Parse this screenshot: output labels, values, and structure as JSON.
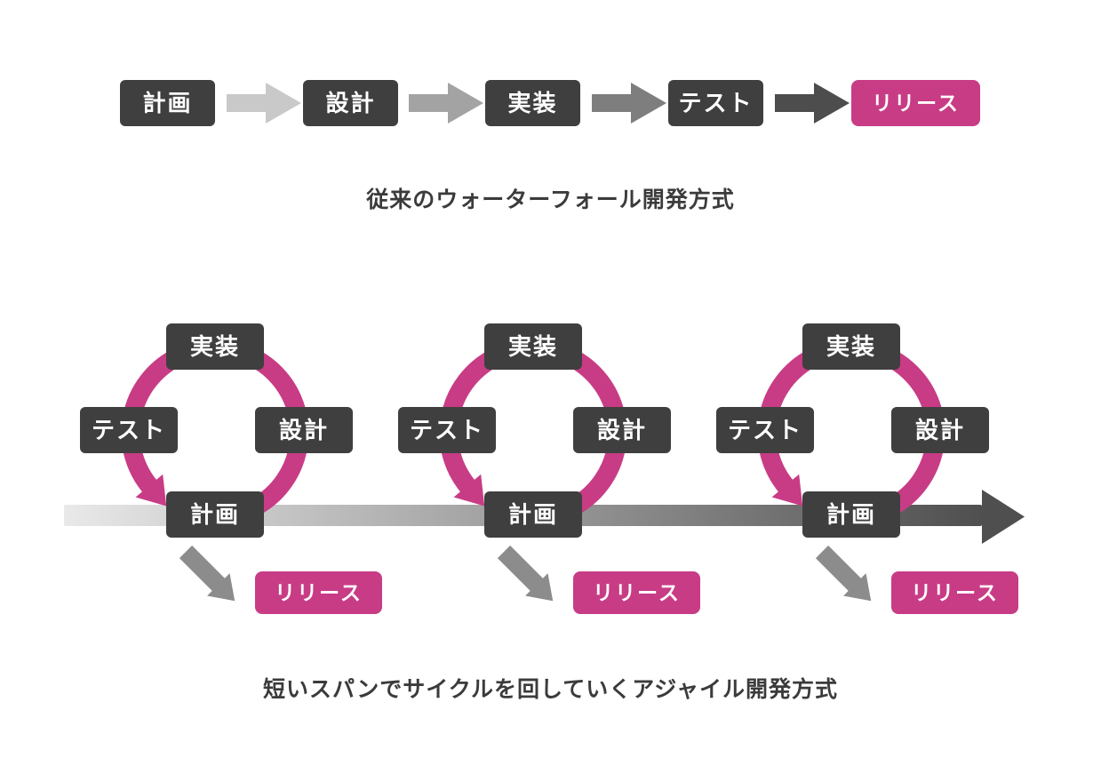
{
  "waterfall": {
    "steps": [
      {
        "label": "計画"
      },
      {
        "label": "設計"
      },
      {
        "label": "実装"
      },
      {
        "label": "テスト"
      },
      {
        "label": "リリース"
      }
    ],
    "arrow_colors": [
      "#c9c9c9",
      "#a3a3a3",
      "#7e7e7e",
      "#4d4d4d"
    ],
    "caption": "従来のウォーターフォール開発方式"
  },
  "agile": {
    "cycle_labels": {
      "top": "実装",
      "left": "テスト",
      "right": "設計",
      "bottom": "計画"
    },
    "release_label": "リリース",
    "cycle_count": 3,
    "caption": "短いスパンでサイクルを回していくアジャイル開発方式"
  },
  "colors": {
    "step_box_dark": "#3f3f3f",
    "accent_pink": "#c83c85",
    "release_arrow_gray": "#8c8c8c",
    "timeline_gradient_start": "#e9e9e9",
    "timeline_gradient_end": "#4f4f4f",
    "caption_text": "#3b3b3b"
  }
}
